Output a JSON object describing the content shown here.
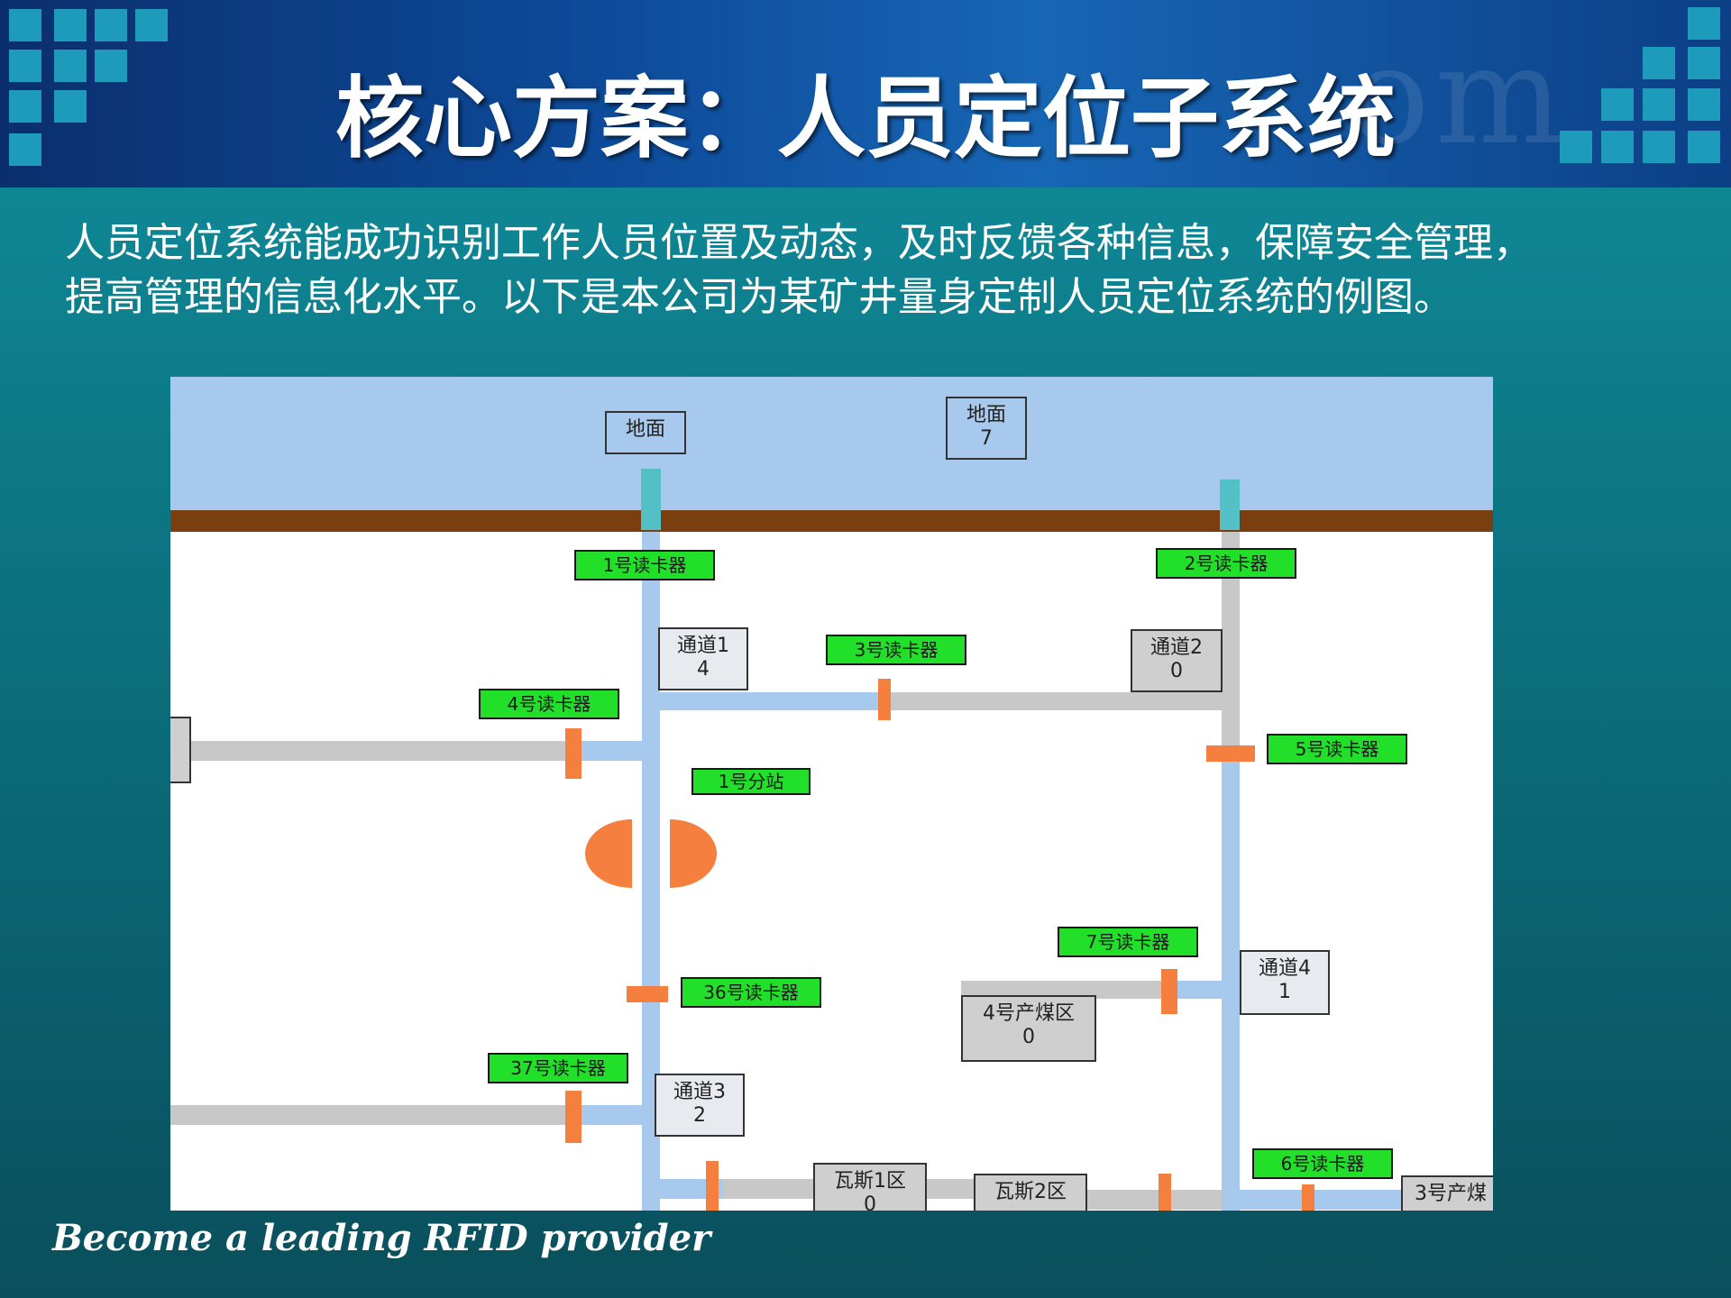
{
  "slide": {
    "title": "核心方案：人员定位子系统",
    "intro_lines": [
      "人员定位系统能成功识别工作人员位置及动态，及时反馈各种信息，保障安全管理，",
      "提高管理的信息化水平。以下是本公司为某矿井量身定制人员定位系统的例图。"
    ],
    "footer": "Become a leading RFID  provider"
  },
  "diagram": {
    "colors": {
      "sky": "#a8c9ee",
      "ground_band": "#7a3f10",
      "shaft": "#a8c9ee",
      "tunnel": "#c8c8c8",
      "reader": "#22e02a",
      "marker": "#f47f3e",
      "surface_tube": "#52c0c4"
    },
    "nodes": [
      {
        "id": "ground-1",
        "lines": [
          "地面"
        ]
      },
      {
        "id": "ground-2",
        "lines": [
          "地面",
          "7"
        ]
      },
      {
        "id": "tunnel-1",
        "lines": [
          "通道1",
          "4"
        ]
      },
      {
        "id": "tunnel-2",
        "lines": [
          "通道2",
          "0"
        ]
      },
      {
        "id": "tunnel-3",
        "lines": [
          "通道3",
          "2"
        ]
      },
      {
        "id": "tunnel-4",
        "lines": [
          "通道4",
          "1"
        ]
      },
      {
        "id": "coal-4",
        "lines": [
          "4号产煤区",
          "0"
        ]
      },
      {
        "id": "gas-1",
        "lines": [
          "瓦斯1区",
          "0"
        ]
      },
      {
        "id": "gas-2",
        "lines": [
          "瓦斯2区"
        ]
      },
      {
        "id": "coal-3",
        "lines": [
          "3号产煤"
        ]
      }
    ],
    "readers": [
      {
        "id": "reader-1",
        "label": "1号读卡器"
      },
      {
        "id": "reader-2",
        "label": "2号读卡器"
      },
      {
        "id": "reader-3",
        "label": "3号读卡器"
      },
      {
        "id": "reader-4",
        "label": "4号读卡器"
      },
      {
        "id": "reader-5",
        "label": "5号读卡器"
      },
      {
        "id": "substation-1",
        "label": "1号分站"
      },
      {
        "id": "reader-7",
        "label": "7号读卡器"
      },
      {
        "id": "reader-36",
        "label": "36号读卡器"
      },
      {
        "id": "reader-37",
        "label": "37号读卡器"
      },
      {
        "id": "reader-6",
        "label": "6号读卡器"
      }
    ]
  }
}
